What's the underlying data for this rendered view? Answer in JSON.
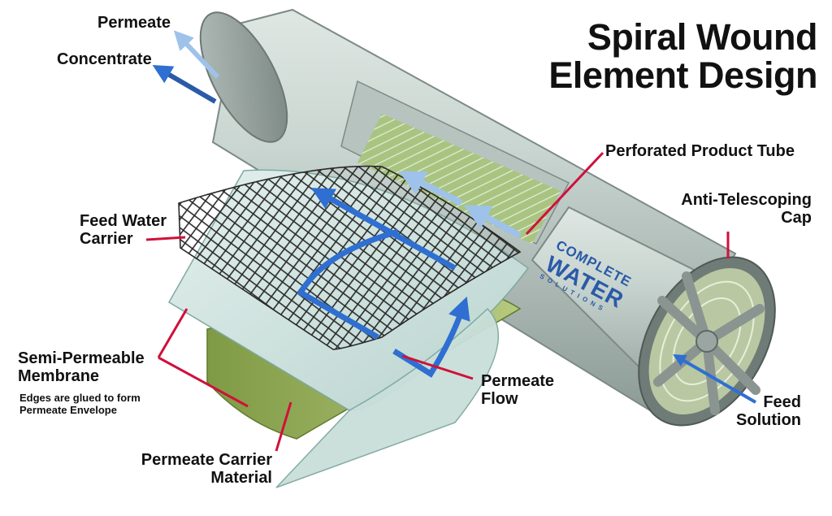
{
  "title": {
    "line1": "Spiral Wound",
    "line2": "Element Design"
  },
  "labels": {
    "permeate": "Permeate",
    "concentrate": "Concentrate",
    "perforated_tube": "Perforated Product Tube",
    "anti_telescoping": {
      "line1": "Anti-Telescoping",
      "line2": "Cap"
    },
    "feed_water_carrier": {
      "line1": "Feed Water",
      "line2": "Carrier"
    },
    "membrane": {
      "line1": "Semi-Permeable",
      "line2": "Membrane"
    },
    "membrane_note": {
      "line1": "Edges are glued to form",
      "line2": "Permeate Envelope"
    },
    "permeate_flow": {
      "line1": "Permeate",
      "line2": "Flow"
    },
    "feed_solution": {
      "line1": "Feed",
      "line2": "Solution"
    },
    "permeate_carrier": {
      "line1": "Permeate Carrier",
      "line2": "Material"
    }
  },
  "logo": {
    "line1": "COMPLETE",
    "line2": "WATER",
    "line3": "SOLUTIONS"
  },
  "colors": {
    "leader": "#d0103a",
    "flow_arrow": "#2f6fd1",
    "cylinder": "#c6d2cd",
    "membrane": "#d2e6e2",
    "carrier": "#9bb25c",
    "mesh": "#2a2a2a",
    "logo": "#2a5aa8"
  }
}
